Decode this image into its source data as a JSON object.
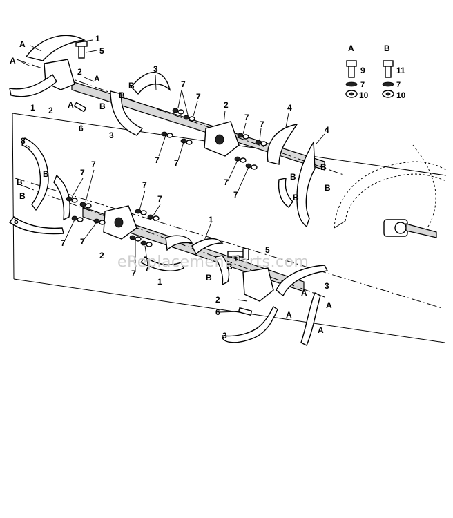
{
  "watermark": "eReplacementParts.com",
  "legend": {
    "col_a": {
      "header": "A",
      "bolt": "9",
      "lock_washer": "7",
      "nut": "10"
    },
    "col_b": {
      "header": "B",
      "bolt": "11",
      "lock_washer": "7",
      "nut": "10"
    }
  },
  "callouts": {
    "n1": "1",
    "n2": "2",
    "n3": "3",
    "n4": "4",
    "n5": "5",
    "n6": "6",
    "n7": "7",
    "n8": "8",
    "ref_a": "A",
    "ref_b": "B"
  }
}
